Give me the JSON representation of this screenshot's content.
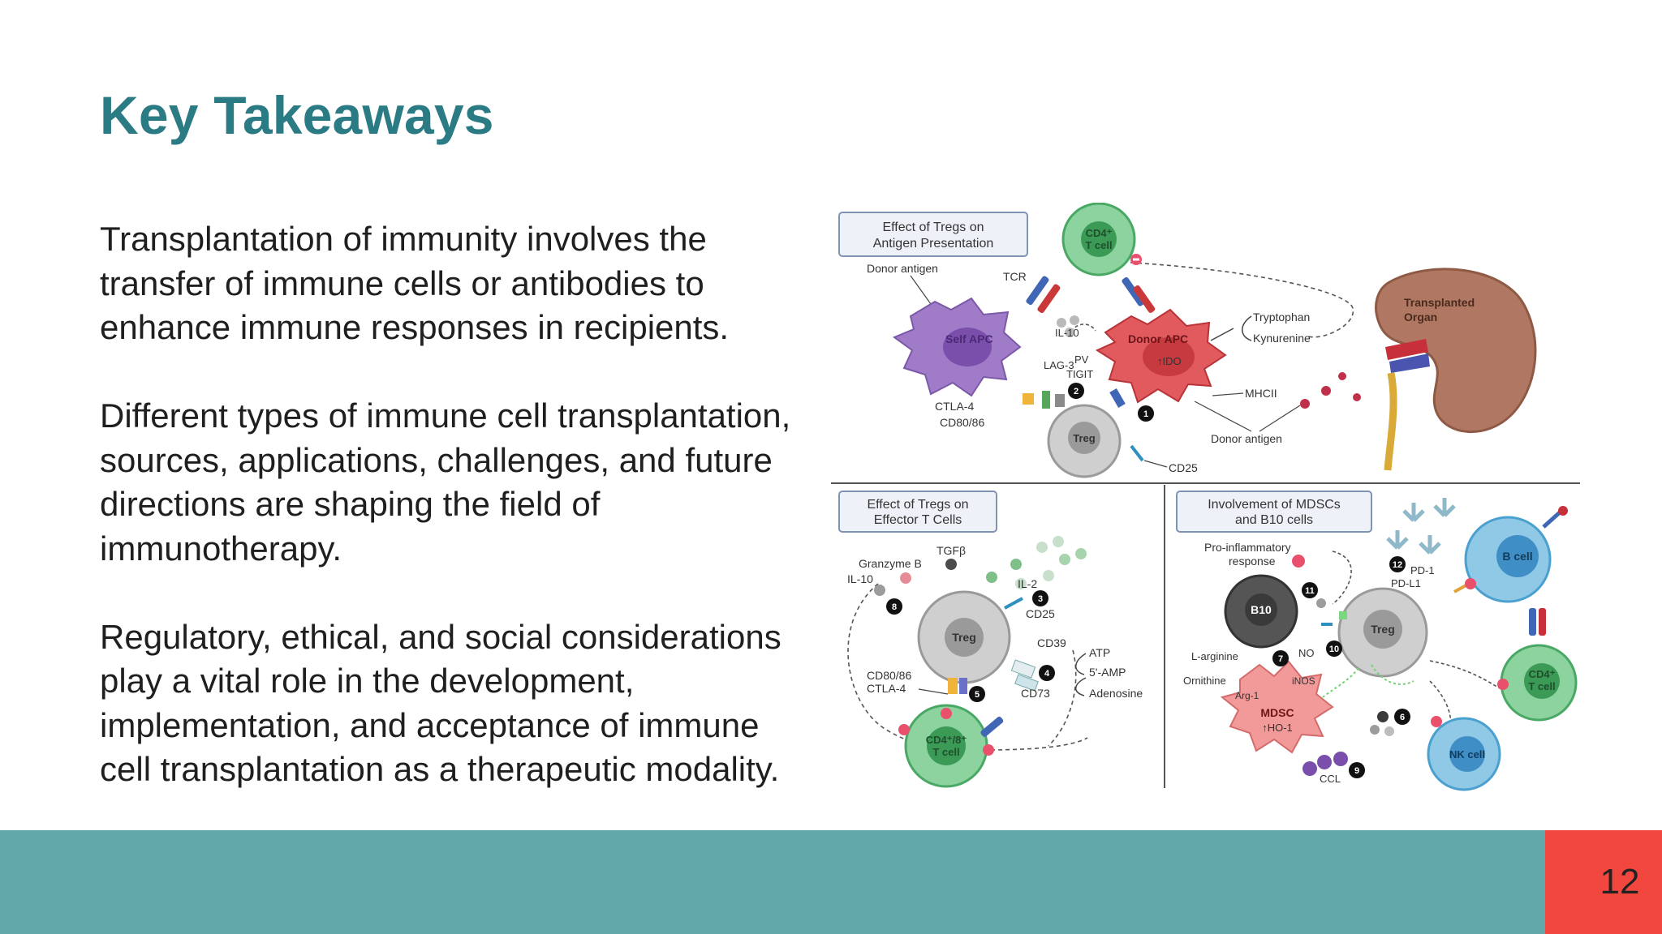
{
  "slide": {
    "title": "Key Takeaways",
    "paragraphs": [
      "Transplantation of immunity involves the transfer of immune cells or antibodies to enhance immune responses in recipients.",
      "Different types of immune cell transplantation, sources, applications, challenges, and future directions are shaping the field of immunotherapy.",
      "Regulatory, ethical, and social considerations play a vital role in the development, implementation, and acceptance of immune cell transplantation as a therapeutic modality."
    ],
    "page_number": "12"
  },
  "colors": {
    "title": "#2a7b84",
    "footer_bar": "#62a8ab",
    "page_box": "#f2473f"
  },
  "figure": {
    "panel_top": {
      "heading_line1": "Effect of Tregs on",
      "heading_line2": "Antigen Presentation",
      "labels": {
        "cd4_line1": "CD4⁺",
        "cd4_line2": "T cell",
        "donor_antigen_top": "Donor antigen",
        "tcr": "TCR",
        "self_apc": "Self APC",
        "donor_apc": "Donor APC",
        "il10": "IL-10",
        "lag3": "LAG-3",
        "pv": "PV",
        "tigit": "TIGIT",
        "ido": "↑IDO",
        "tryptophan": "Tryptophan",
        "kynurenine": "Kynurenine",
        "organ_line1": "Transplanted",
        "organ_line2": "Organ",
        "mhcii": "MHCII",
        "ctla4": "CTLA-4",
        "cd80_86": "CD80/86",
        "treg": "Treg",
        "donor_antigen_bottom": "Donor antigen",
        "cd25": "CD25"
      }
    },
    "panel_left": {
      "heading_line1": "Effect of Tregs on",
      "heading_line2": "Effector T Cells",
      "labels": {
        "tgfb": "TGFβ",
        "granzyme": "Granzyme B",
        "il10": "IL-10",
        "il2": "IL-2",
        "cd25": "CD25",
        "treg": "Treg",
        "cd39": "CD39",
        "atp": "ATP",
        "amp": "5'-AMP",
        "adenosine": "Adenosine",
        "cd73": "CD73",
        "cd80_86": "CD80/86",
        "ctla4": "CTLA-4",
        "effector_line1": "CD4⁺/8⁺",
        "effector_line2": "T cell"
      }
    },
    "panel_right": {
      "heading_line1": "Involvement of MDSCs",
      "heading_line2": "and B10 cells",
      "labels": {
        "proinflam_line1": "Pro-inflammatory",
        "proinflam_line2": "response",
        "pd1": "PD-1",
        "pdl1": "PD-L1",
        "b_cell": "B cell",
        "b10": "B10",
        "treg": "Treg",
        "larginine": "L-arginine",
        "no": "NO",
        "ornithine": "Ornithine",
        "inos": "iNOS",
        "arg1": "Arg-1",
        "mdsc": "MDSC",
        "ho1": "↑HO-1",
        "ccl": "CCL",
        "cd4_line1": "CD4⁺",
        "cd4_line2": "T cell",
        "nk": "NK cell"
      }
    },
    "step_numbers": [
      "1",
      "2",
      "3",
      "4",
      "5",
      "6",
      "7",
      "8",
      "9",
      "10",
      "11",
      "12"
    ]
  }
}
